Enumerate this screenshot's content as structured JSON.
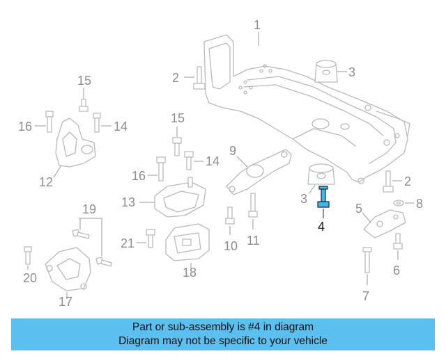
{
  "callouts": {
    "c1": "1",
    "c2a": "2",
    "c3a": "3",
    "c15a": "15",
    "c16a": "16",
    "c14a": "14",
    "c12": "12",
    "c15b": "15",
    "c16b": "16",
    "c14b": "14",
    "c9": "9",
    "c13": "13",
    "c3b": "3",
    "c4": "4",
    "c2b": "2",
    "c5": "5",
    "c8": "8",
    "c19": "19",
    "c21": "21",
    "c10": "10",
    "c11": "11",
    "c18": "18",
    "c6": "6",
    "c20": "20",
    "c17": "17",
    "c7": "7"
  },
  "highlighted_part": "4",
  "colors": {
    "highlight": "#3fb6ee",
    "caption_bg": "#5bc0f0",
    "part_stroke": "#b9b9b9"
  },
  "caption": {
    "line1": "Part or sub-assembly is #4 in diagram",
    "line2": "Diagram may not be specific to your vehicle"
  }
}
